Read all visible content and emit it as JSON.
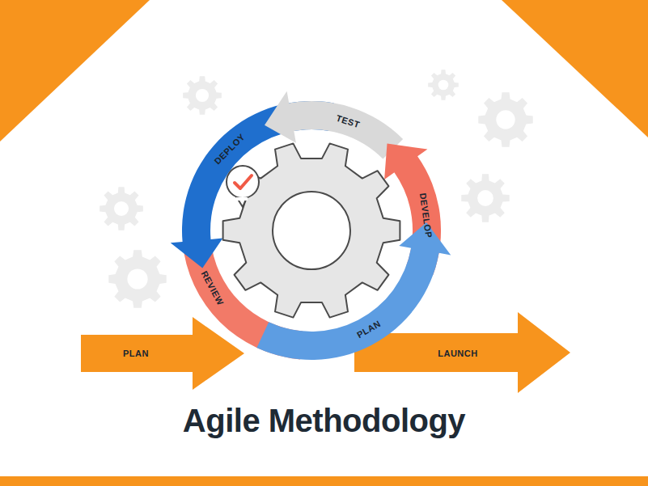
{
  "diagram": {
    "title": "Agile Methodology",
    "labels": [
      "TEST",
      "DEPLOY",
      "DEVELOP",
      "REVIEW",
      "PLAN",
      "PLAN",
      "LAUNCH"
    ]
  }
}
